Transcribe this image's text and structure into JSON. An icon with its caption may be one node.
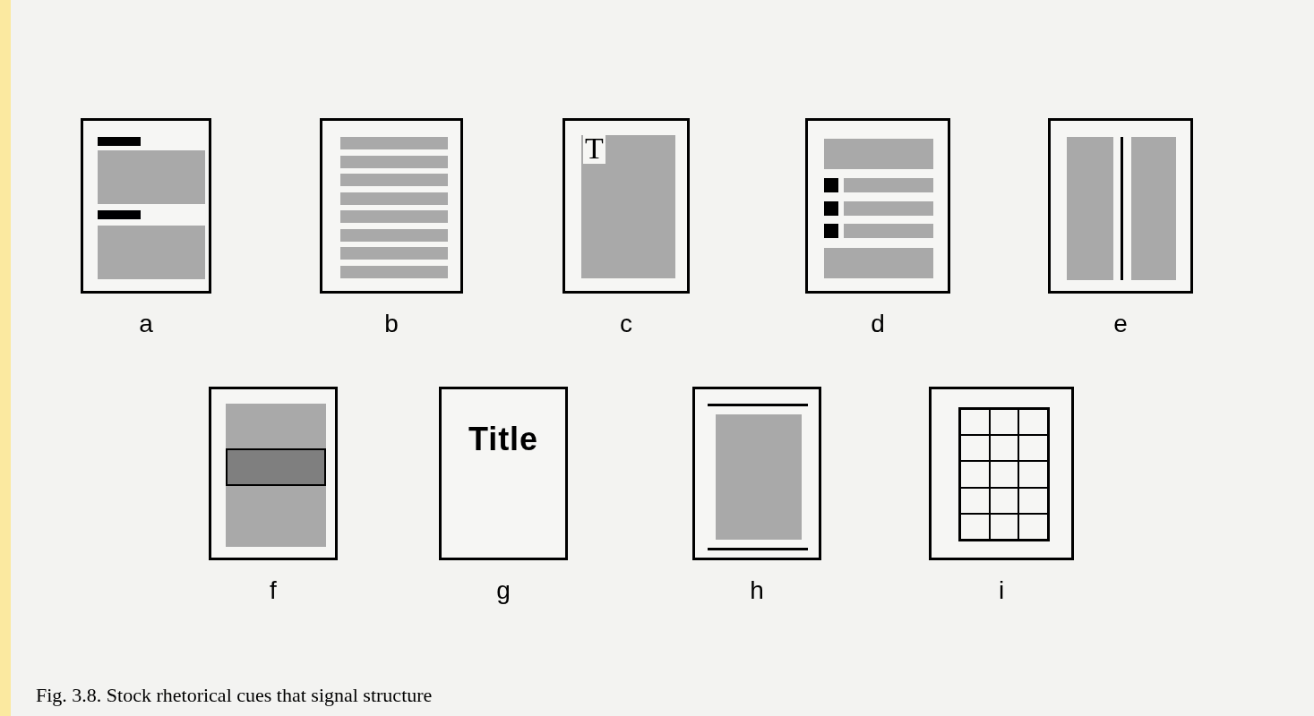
{
  "diagram": {
    "caption": "Fig. 3.8. Stock rhetorical cues that signal structure",
    "nodes": [
      {
        "text": [],
        "shape": "box",
        "beside": [
          "a"
        ]
      },
      {
        "text": [],
        "shape": "box",
        "beside": [
          "b"
        ]
      },
      {
        "text": [
          "T"
        ],
        "beside": [
          "c"
        ]
      },
      {
        "text": [],
        "shape": "box",
        "beside": [
          "d"
        ]
      },
      {
        "text": [],
        "shape": "box",
        "beside": [
          "e"
        ]
      },
      {
        "text": [],
        "shape": "box",
        "beside": [
          "f"
        ]
      },
      {
        "text": [
          "Title"
        ],
        "beside": [
          "g"
        ]
      },
      {
        "text": [],
        "shape": "box",
        "beside": [
          "h"
        ]
      },
      {
        "text": [],
        "shape": "box",
        "beside": [
          "i"
        ]
      }
    ]
  }
}
